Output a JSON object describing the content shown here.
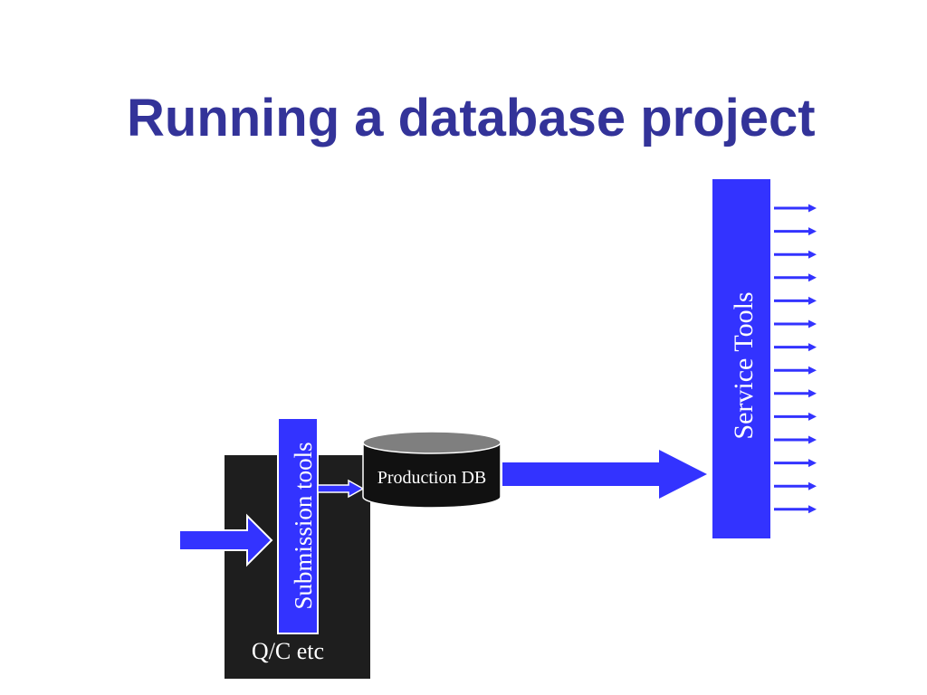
{
  "slide": {
    "title": "Running a database project"
  },
  "diagram": {
    "qc_box_label": "Q/C etc",
    "submission_tools_label": "Submission tools",
    "production_db_label": "Production DB",
    "service_tools_label": "Service Tools",
    "service_output_arrow_count": 14,
    "colors": {
      "title": "#333399",
      "accent_blue": "#3333ff",
      "dark_box": "#1e1e1e",
      "db_body": "#111111",
      "db_top": "#7f7f7f",
      "white": "#ffffff"
    }
  }
}
